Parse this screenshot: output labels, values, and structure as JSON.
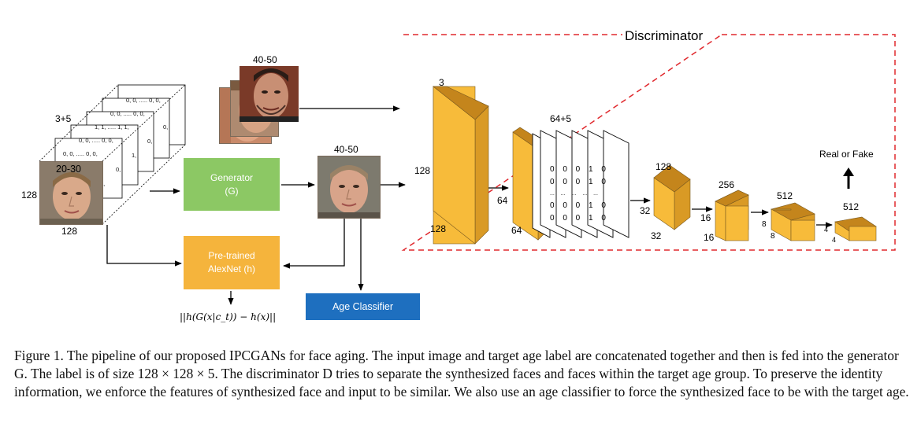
{
  "inputs": {
    "channels_label": "3+5",
    "size_left": "128",
    "size_bottom": "128",
    "input_age": "20-30",
    "onehot_rows": [
      "0, 0, ..... 0, 0,",
      "0, 0, ..... 0, 0,",
      "1, 1, ..... 1, 1,",
      "0, 0, ..... 0, 0,",
      "0, 0, ..... 0, 0,"
    ],
    "onehot_col": [
      "0,",
      "0,",
      "1,",
      "0,",
      "0,"
    ]
  },
  "target": {
    "real_age": "40-50",
    "synth_age": "40-50"
  },
  "boxes": {
    "generator": "Generator\n(G)",
    "alexnet": "Pre-trained\nAlexNet (h)",
    "age_classifier": "Age Classifier",
    "loss": "||h(G(x|c_t)) − h(x)||"
  },
  "discriminator": {
    "title": "Discriminator",
    "output": "Real or Fake",
    "input_block": {
      "channels": "3",
      "height": "128",
      "width": "128"
    },
    "concat_label": "64+5",
    "block1": {
      "h": "64",
      "w": "64"
    },
    "block2": {
      "channels": "128",
      "h": "32",
      "w": "32"
    },
    "block3": {
      "channels": "256",
      "h": "16",
      "w": "16"
    },
    "block4": {
      "channels": "512",
      "h": "8",
      "w": "8"
    },
    "block5": {
      "channels": "512",
      "h": "4",
      "w": "4"
    },
    "label_matrix_rows": [
      "0 0 0 1 0",
      "0 0 0 1 0",
      "... ... ... ... ...",
      "0 0 0 1 0",
      "0 0 0 1 0"
    ]
  },
  "colors": {
    "generator": "#8cc864",
    "alexnet": "#f5b43c",
    "age_classifier": "#1e6fbf",
    "block_front": "#f7bb3a",
    "block_top": "#c4851c",
    "block_side": "#d99a25",
    "dashed": "#e0282d"
  },
  "caption": {
    "text": "Figure 1. The pipeline of our proposed IPCGANs for face aging. The input image and target age label are concatenated together and then is fed into the generator G. The label is of size 128 × 128 × 5. The discriminator D tries to separate the synthesized faces and faces within the target age group. To preserve the identity information, we enforce the features of synthesized face and input to be similar. We also use an age classifier to force the synthesized face to be with the target age."
  }
}
